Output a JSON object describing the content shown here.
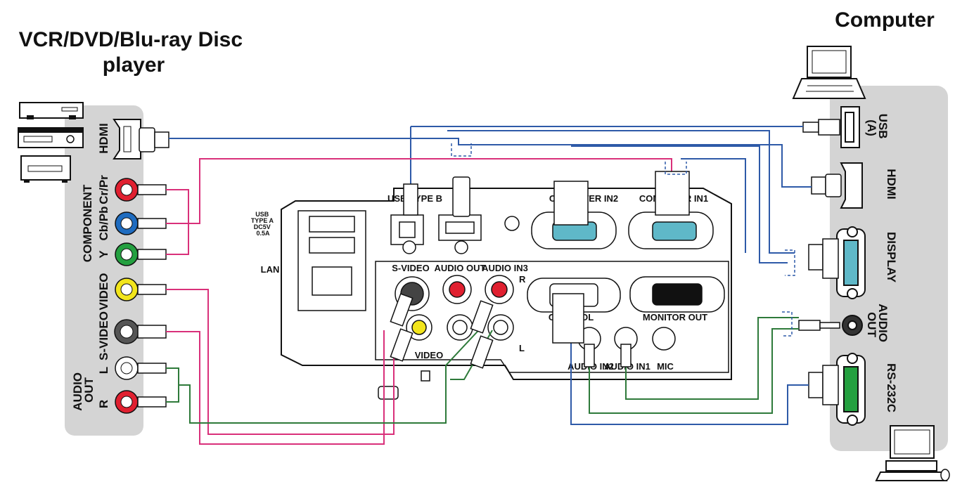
{
  "titles": {
    "left_device": "VCR/DVD/Blu-ray Disc\nplayer",
    "right_device": "Computer"
  },
  "left_panel": {
    "hdmi": "HDMI",
    "component": "COMPONENT",
    "cr_pr": "Cr/Pr",
    "cb_pb": "Cb/Pb",
    "y": "Y",
    "video": "VIDEO",
    "s_video": "S-VIDEO",
    "audio_out": "AUDIO\nOUT",
    "l": "L",
    "r": "R"
  },
  "right_panel": {
    "usb": "USB\n(A)",
    "hdmi": "HDMI",
    "display": "DISPLAY",
    "audio_out": "AUDIO\nOUT",
    "rs232c": "RS-232C"
  },
  "projector": {
    "usb_type_b": "USB TYPE B",
    "usb_type_a": "USB\nTYPE A\nDC5V\n0.5A",
    "lan": "LAN",
    "computer_in2": "COMPUTER IN2",
    "computer_in1": "COMPUTER IN1",
    "s_video": "S-VIDEO",
    "audio_out": "AUDIO OUT",
    "audio_in3": "AUDIO IN3",
    "r": "R",
    "l": "L",
    "video": "VIDEO",
    "control": "CONTROL",
    "monitor_out": "MONITOR OUT",
    "audio_in2": "AUDIO IN2",
    "audio_in1": "AUDIO IN1",
    "mic": "MIC"
  },
  "colors": {
    "panel": "#d4d4d4",
    "hdmi_cable": "#2e5aa8",
    "analog_cable": "#d9307a",
    "audio_cable": "#2e7a3a",
    "red": "#e02030",
    "blue": "#1f6cc0",
    "green": "#24a040",
    "yellow": "#f2e51c",
    "cyan_port": "#5fb8c8"
  }
}
